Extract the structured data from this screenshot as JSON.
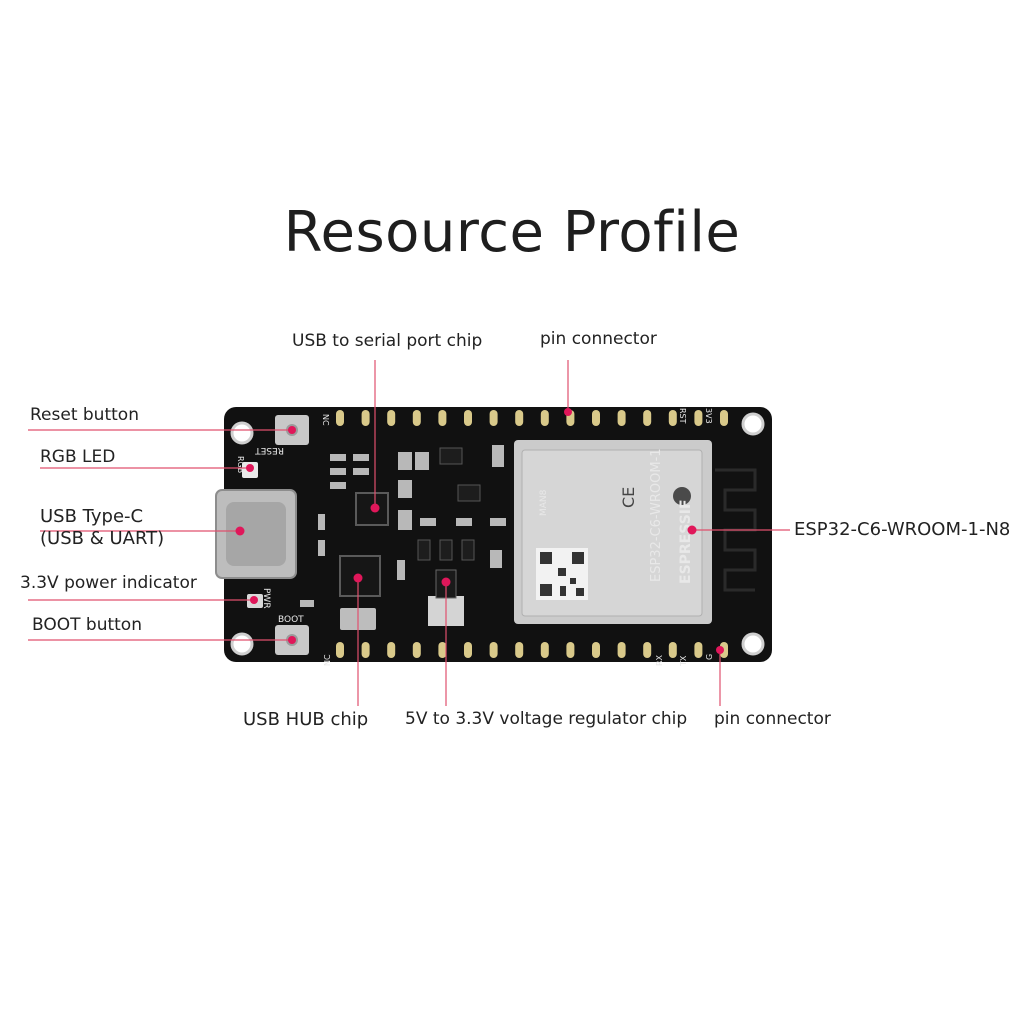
{
  "title": "Resource Profile",
  "labels": {
    "reset_button": "Reset button",
    "rgb_led": "RGB LED",
    "usb_type_c": "USB Type-C\n(USB & UART)",
    "power_indicator": "3.3V power indicator",
    "boot_button": "BOOT button",
    "usb_serial_chip": "USB to serial port chip",
    "pin_connector_top": "pin connector",
    "esp_module": "ESP32-C6-WROOM-1-N8",
    "usb_hub_chip": "USB HUB chip",
    "regulator_chip": "5V to 3.3V voltage regulator chip",
    "pin_connector_bottom": "pin connector"
  },
  "board": {
    "module_brand": "ESPRESSIF",
    "module_name": "ESP32-C6-WROOM-1",
    "module_variant": "MAN8",
    "silk_reset": "RESET",
    "silk_boot": "BOOT",
    "silk_pwr": "PWR",
    "silk_rgb": "RGB",
    "silk_nc": "NC",
    "silk_rst": "RST",
    "silk_3v3": "3V3",
    "silk_g": "G",
    "silk_tx": "TX",
    "silk_rx": "RX"
  },
  "colors": {
    "pcb": "#111111",
    "pin": "#d9c98a",
    "leader": "#e0506e",
    "dot": "#e0175a",
    "module": "#c9c9c9"
  }
}
